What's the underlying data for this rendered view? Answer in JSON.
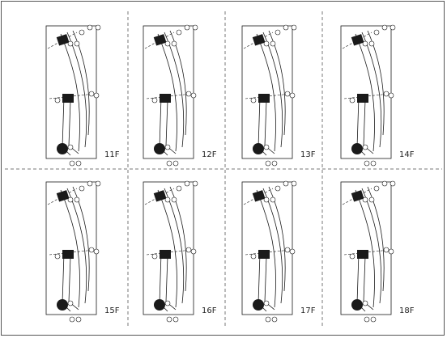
{
  "colors": {
    "line": "#1a1a1a",
    "divider": "#777777",
    "background": "#ffffff"
  },
  "panels": [
    {
      "floor_label": "11F"
    },
    {
      "floor_label": "12F"
    },
    {
      "floor_label": "13F"
    },
    {
      "floor_label": "14F"
    },
    {
      "floor_label": "15F"
    },
    {
      "floor_label": "16F"
    },
    {
      "floor_label": "17F"
    },
    {
      "floor_label": "18F"
    }
  ]
}
